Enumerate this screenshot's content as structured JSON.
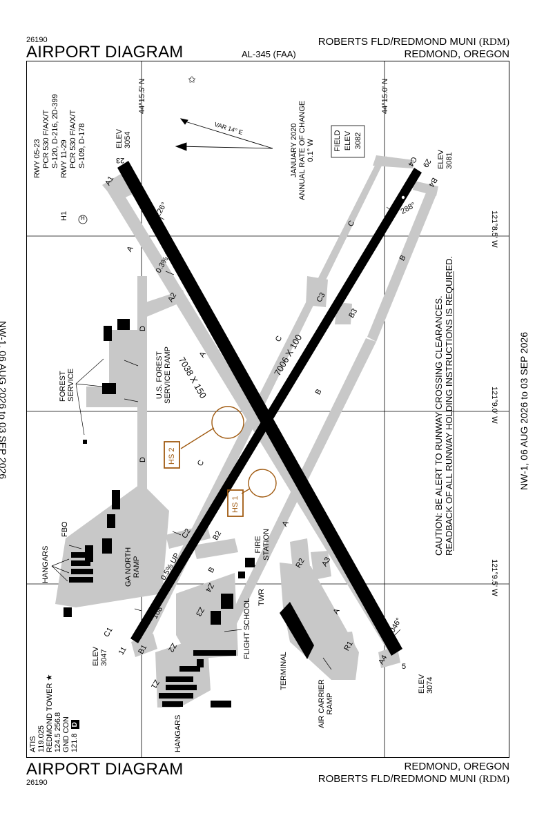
{
  "header": {
    "proc_number_top": "26190",
    "title_top": "AIRPORT DIAGRAM",
    "faa_ref": "AL-345 (FAA)",
    "airport_name_top": "ROBERTS FLD/REDMOND MUNI",
    "airport_id_top": "(RDM)",
    "location_top": "REDMOND, OREGON"
  },
  "footer": {
    "title_bottom": "AIRPORT DIAGRAM",
    "proc_number_bottom": "26190",
    "location_bottom": "REDMOND, OREGON",
    "airport_name_bottom": "ROBERTS FLD/REDMOND MUNI",
    "airport_id_bottom": "(RDM)"
  },
  "margins": {
    "cycle_left": "NW-1, 06 AUG 2026  to  03 SEP 2026",
    "cycle_right": "NW-1, 06 AUG 2026  to  03 SEP 2026"
  },
  "grid": {
    "lat_north": "44°15.5' N",
    "lat_south": "44°15.0' N",
    "lon_1": "121°8.5' W",
    "lon_2": "121°9.0' W",
    "lon_3": "121°9.5' W"
  },
  "runway_info": {
    "line1": "RWY 05-23",
    "line2": "PCR 530 F/A/X/T",
    "line3": "S-120, D-216, 2D-399",
    "line4": "RWY 11-29",
    "line5": "PCR 530 F/A/X/T",
    "line6": "S-109, D-178"
  },
  "magvar": {
    "var_label": "VAR 14° E",
    "date": "JANUARY 2020",
    "rate_label": "ANNUAL RATE OF CHANGE",
    "rate_value": "0.1° W"
  },
  "field_elev": {
    "line1": "FIELD",
    "line2": "ELEV",
    "value": "3082"
  },
  "elevations": {
    "rwy23_label": "ELEV",
    "rwy23_value": "3054",
    "rwy29_label": "ELEV",
    "rwy29_value": "3081",
    "rwy11_label": "ELEV",
    "rwy11_value": "3047",
    "rwy5_label": "ELEV",
    "rwy5_value": "3074"
  },
  "runways": {
    "rwy_05_23_dims": "7038 X 150",
    "rwy_11_29_dims": "7006 X 100",
    "end_23": "23",
    "end_29": "29",
    "end_11": "11",
    "end_5": "5",
    "hdg_226": "226°",
    "hdg_288": "288°",
    "hdg_108": "108°",
    "hdg_046": "046°",
    "slope_03": "0.3% UP",
    "slope_05": "0.5% UP"
  },
  "taxiways": {
    "A": "A",
    "A1": "A1",
    "A2": "A2",
    "A3": "A3",
    "A4": "A4",
    "B": "B",
    "B1": "B1",
    "B2": "B2",
    "B3": "B3",
    "B4": "B4",
    "C": "C",
    "C1": "C1",
    "C2": "C2",
    "C3": "C3",
    "C4": "C4",
    "D": "D",
    "R1": "R1",
    "R2": "R2",
    "Z1": "Z1",
    "Z2": "Z2",
    "Z3": "Z3",
    "Z4": "Z4"
  },
  "hot_spots": {
    "hs1": "HS 1",
    "hs2": "HS 2"
  },
  "facilities": {
    "forest_service": "FOREST SERVICE",
    "us_forest_ramp_1": "U.S. FOREST",
    "us_forest_ramp_2": "SERVICE RAMP",
    "fbo": "FBO",
    "hangars_north": "HANGARS",
    "hangars_south": "HANGARS",
    "ga_north_ramp_1": "GA NORTH",
    "ga_north_ramp_2": "RAMP",
    "fire_station_1": "FIRE",
    "fire_station_2": "STATION",
    "flight_school": "FLIGHT SCHOOL",
    "twr": "TWR",
    "terminal": "TERMINAL",
    "air_carrier_ramp_1": "AIR CARRIER",
    "air_carrier_ramp_2": "RAMP",
    "helipad": "H1",
    "helipad_symbol": "H"
  },
  "caution": {
    "line1": "CAUTION: BE ALERT TO RUNWAY CROSSING CLEARANCES.",
    "line2": "READBACK OF ALL RUNWAY HOLDING INSTRUCTIONS IS REQUIRED."
  },
  "comms": {
    "atis_label": "ATIS",
    "atis_freq": "119.025",
    "tower_label": "REDMOND TOWER",
    "tower_freq": "124.5  256.8",
    "gnd_label": "GND CON",
    "gnd_freq": "121.8",
    "d_badge": "D"
  },
  "colors": {
    "pavement": "#c8c8c8",
    "runway": "#000000",
    "hotspot": "#a05a10"
  }
}
